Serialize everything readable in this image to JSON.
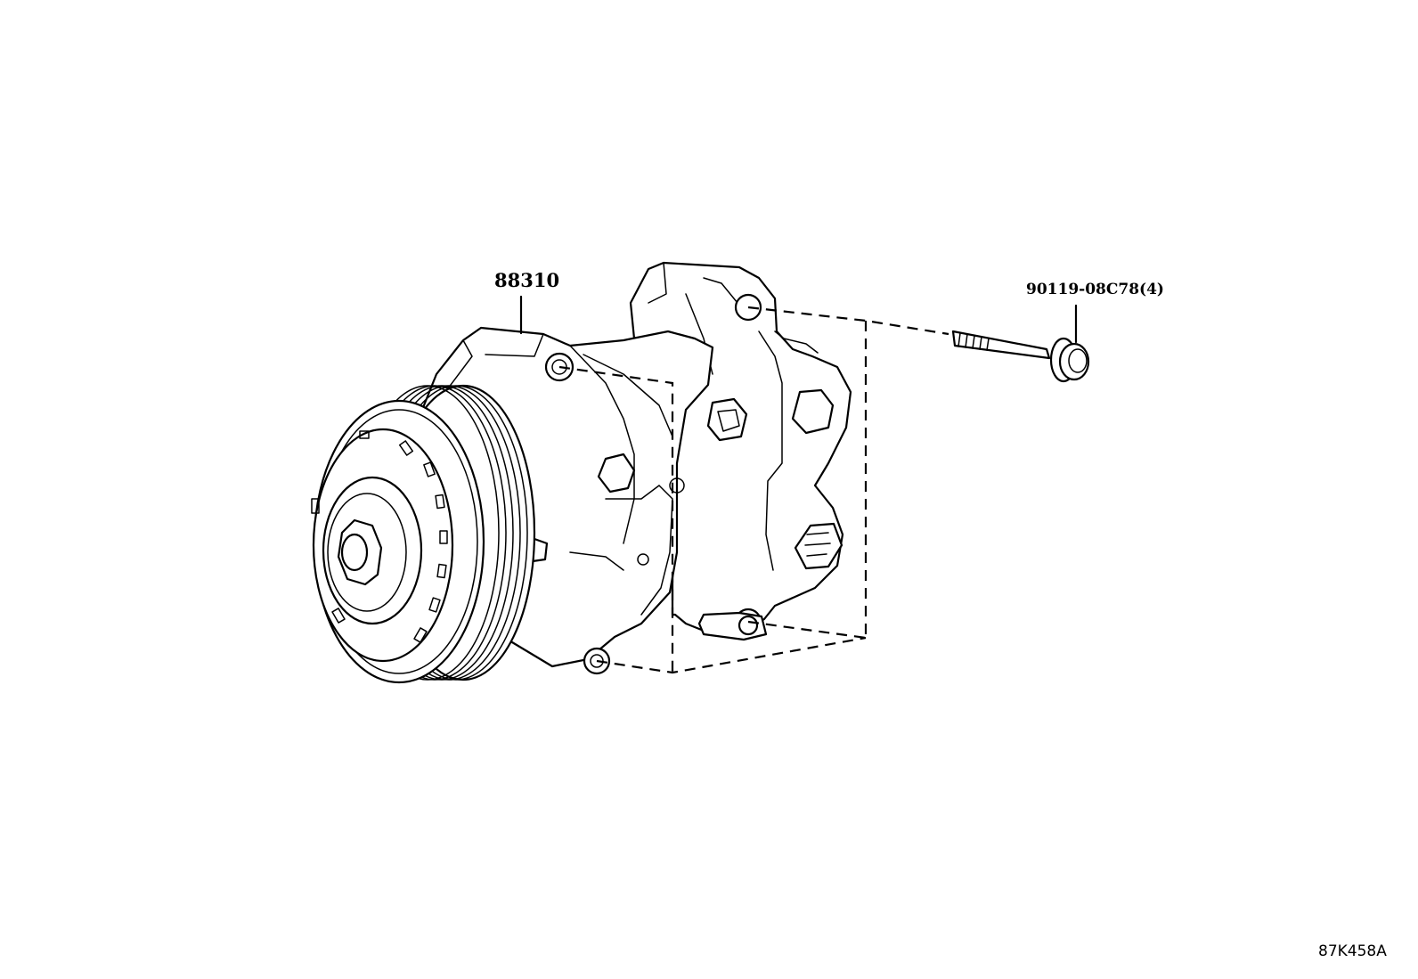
{
  "callouts": {
    "compressor_part": "88310",
    "bolt_part": "90119-08C78(4)"
  },
  "illustration_code": "87K458A"
}
